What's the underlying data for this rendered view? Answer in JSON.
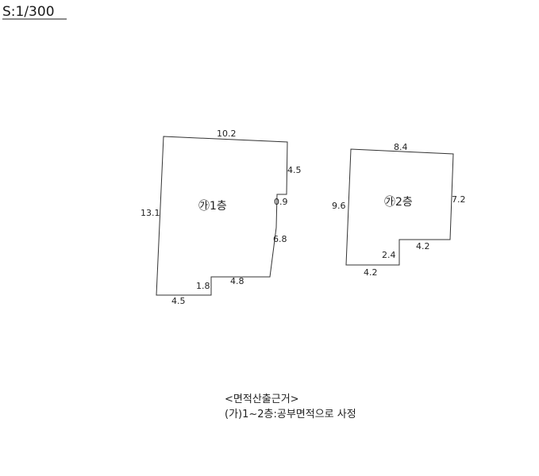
{
  "scale": "S:1/300",
  "building_1": {
    "label": "㉮1층",
    "dims": {
      "top": "10.2",
      "right_upper": "4.5",
      "notch": "0.9",
      "right_lower": "6.8",
      "bottom_right": "4.8",
      "step": "1.8",
      "bottom_left": "4.5",
      "left": "13.1"
    }
  },
  "building_2": {
    "label": "㉮2층",
    "dims": {
      "top": "8.4",
      "right": "7.2",
      "left": "9.6",
      "bottom_right": "4.2",
      "step": "2.4",
      "bottom_left": "4.2"
    }
  },
  "note": {
    "title": "<면적산출근거>",
    "line": "(가)1~2층:공부면적으로 사정"
  },
  "colors": {
    "line": "#333333",
    "text": "#222222",
    "background": "#ffffff"
  }
}
